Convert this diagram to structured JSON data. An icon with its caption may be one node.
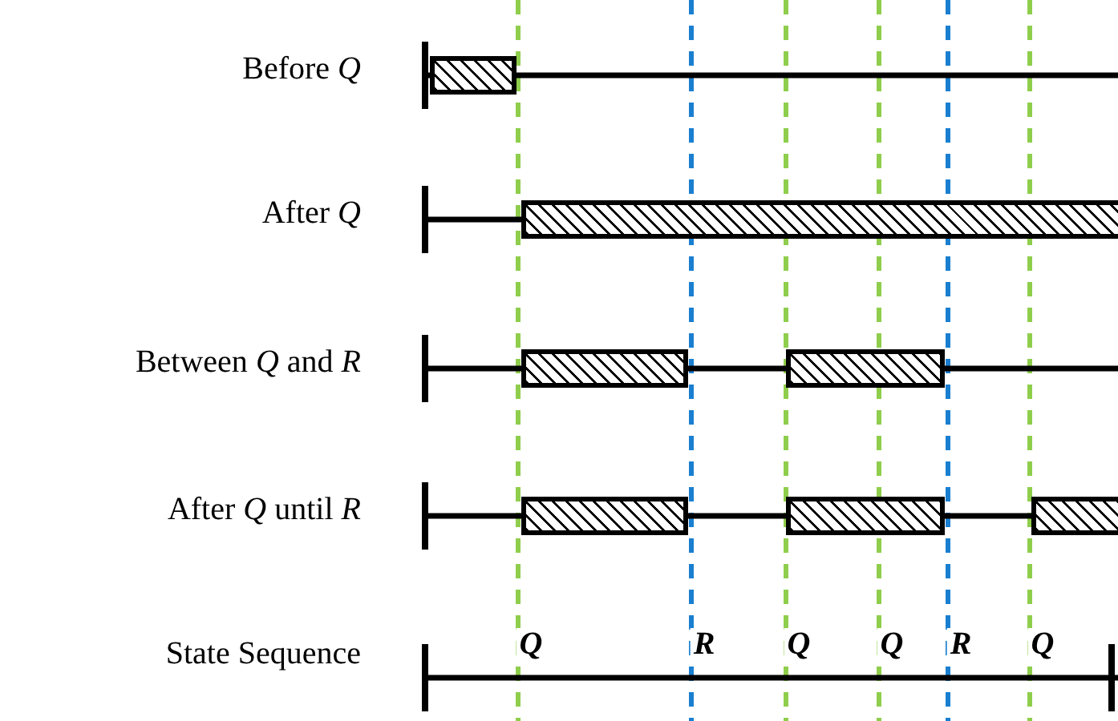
{
  "diagram": {
    "nodes": [
      {
        "text": [],
        "shape": "bar"
      },
      {
        "text": [],
        "shape": "bar"
      },
      {
        "text": [],
        "shape": "bar"
      },
      {
        "text": [],
        "shape": "bar"
      },
      {
        "text": [],
        "shape": "bar"
      },
      {
        "text": [],
        "shape": "bar"
      },
      {
        "text": [],
        "shape": "bar"
      }
    ],
    "labels": [
      "Before *Q*",
      "After *Q*",
      "Between *Q* and *R*",
      "After *Q* until *R*",
      "State Sequence",
      "Q",
      "R",
      "Q",
      "Q",
      "R",
      "Q"
    ]
  }
}
